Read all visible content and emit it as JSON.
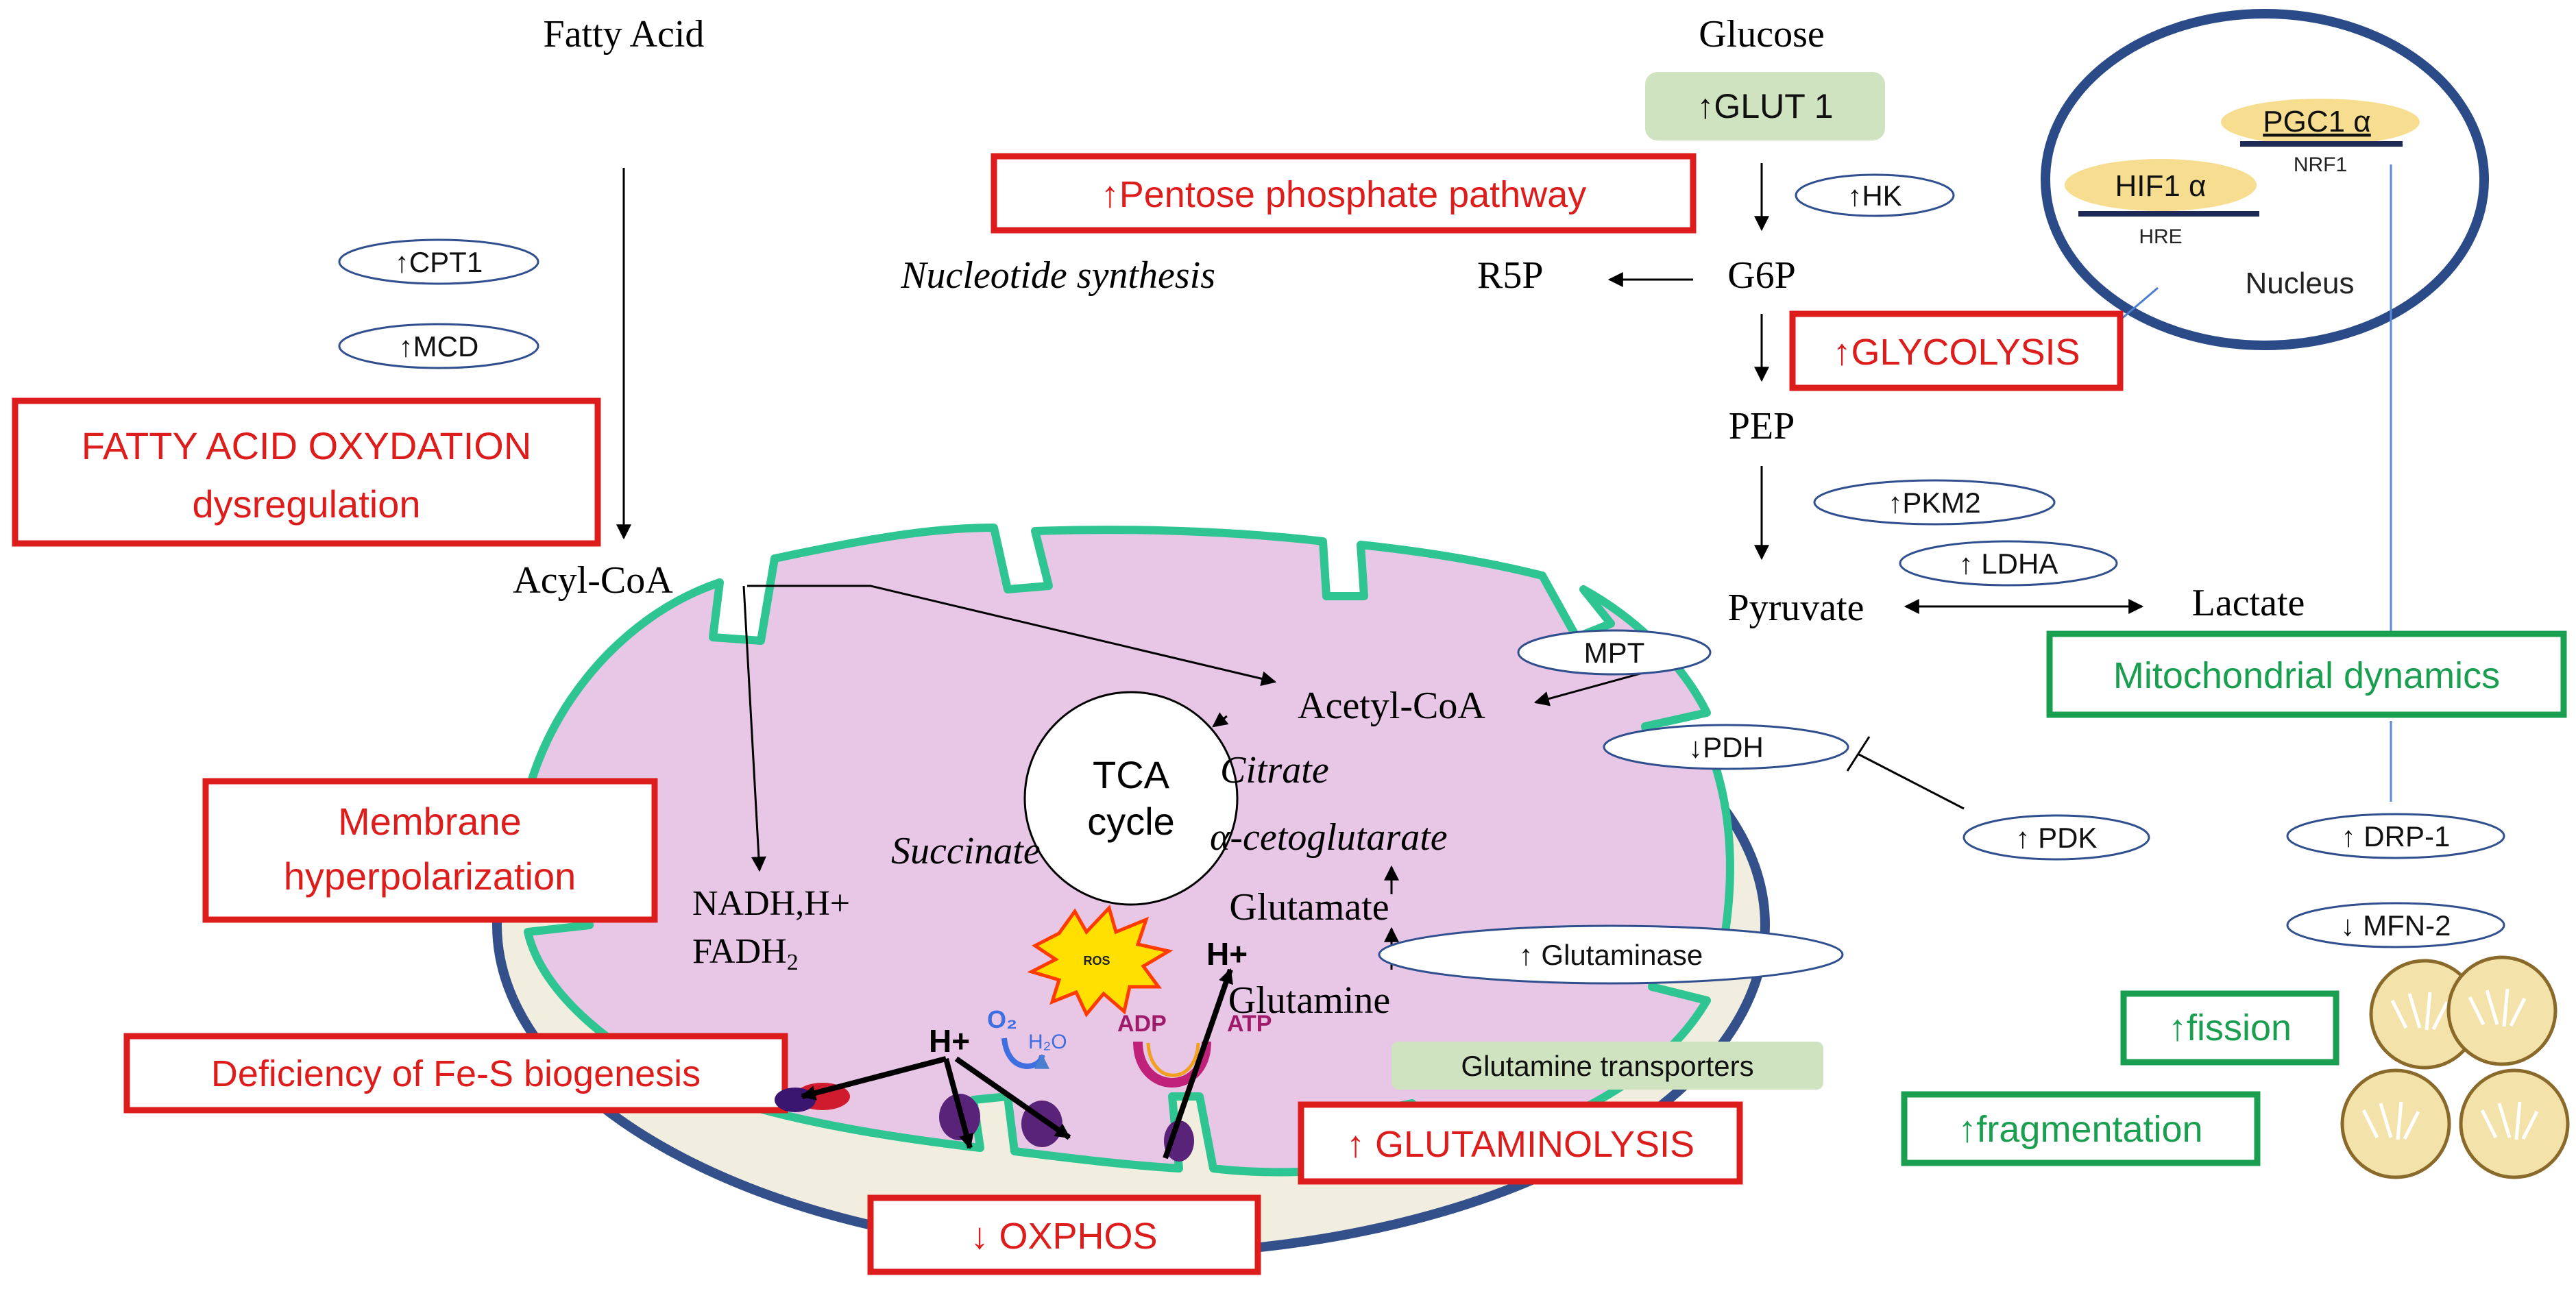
{
  "colors": {
    "red": "#dd1c1c",
    "green": "#1a9e50",
    "navy": "#2b4a88",
    "mito_fill": "#e7c6e6",
    "mito_outer": "#f1eedf",
    "cristae": "#2fc592",
    "ellipse_border": "#2f4f8f",
    "pill_green": "#cfe3c1",
    "nucleus_pill": "#f6dd8f"
  },
  "labels": {
    "fatty_acid": "Fatty Acid",
    "glucose": "Glucose",
    "acyl_coa": "Acyl-CoA",
    "g6p": "G6P",
    "r5p": "R5P",
    "nucleotide_synthesis": "Nucleotide synthesis",
    "pep": "PEP",
    "pyruvate": "Pyruvate",
    "lactate": "Lactate",
    "acetyl_coa": "Acetyl-CoA",
    "citrate": "Citrate",
    "a_cetoglutarate": "α-cetoglutarate",
    "succinate": "Succinate",
    "nadh": "NADH,H+",
    "fadh2": "FADH",
    "fadh2_sub": "2",
    "glutamate": "Glutamate",
    "glutamine": "Glutamine",
    "tca_line1": "TCA",
    "tca_line2": "cycle",
    "ros": "ROS",
    "h_plus_left": "H+",
    "h_plus_right": "H+",
    "o2": "O₂",
    "h2o": "H₂O",
    "adp": "ADP",
    "atp": "ATP",
    "nucleus": "Nucleus",
    "pgc1a": "PGC1 α",
    "nrf1": "NRF1",
    "hif1a": "HIF1 α",
    "hre": "HRE"
  },
  "enzymes": {
    "glut1": "↑GLUT 1",
    "hk": "↑HK",
    "cpt1": "↑CPT1",
    "mcd": "↑MCD",
    "pkm2": "↑PKM2",
    "ldha": "↑ LDHA",
    "mpt": "MPT",
    "pdh": "↓PDH",
    "pdk": "↑ PDK",
    "glutaminase": "↑ Glutaminase",
    "glutamine_transporters": "Glutamine transporters",
    "drp1": "↑ DRP-1",
    "mfn2": "↓ MFN-2"
  },
  "boxes": {
    "ppp": "↑Pentose phosphate pathway",
    "glycolysis": "↑GLYCOLYSIS",
    "fao_line1": "FATTY ACID OXYDATION",
    "fao_line2": "dysregulation",
    "membrane_line1": "Membrane",
    "membrane_line2": "hyperpolarization",
    "fes": "Deficiency of Fe-S biogenesis",
    "oxphos": "↓ OXPHOS",
    "glutaminolysis": "↑ GLUTAMINOLYSIS",
    "mito_dynamics": "Mitochondrial dynamics",
    "fission": "↑fission",
    "fragmentation": "↑fragmentation"
  }
}
